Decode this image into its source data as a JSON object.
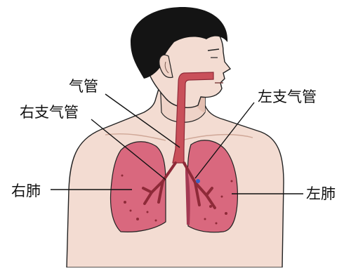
{
  "labels": {
    "trachea": "气管",
    "right_bronchus": "右支气管",
    "left_bronchus": "左支气管",
    "right_lung": "右肺",
    "left_lung": "左肺"
  },
  "colors": {
    "skin": "#f3dcd2",
    "skin_shadow": "#e6c2b4",
    "hair": "#141414",
    "lung": "#d9687e",
    "lung_dark": "#a33a53",
    "airway": "#c9505a",
    "airway_dark": "#8e2a38",
    "outline": "#222222"
  }
}
